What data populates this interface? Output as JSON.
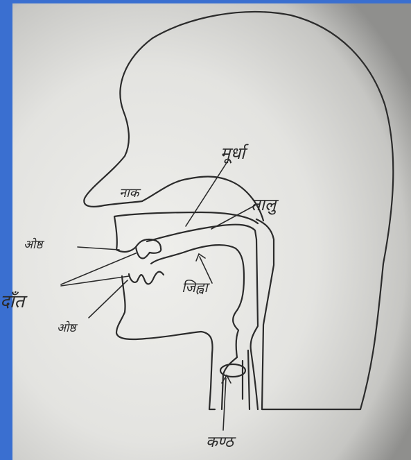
{
  "labels": {
    "murdha": "मूर्धा",
    "naak": "नाक",
    "talu": "तालु",
    "oshth_upper": "ओष्ठ",
    "jihva": "जिह्वा",
    "daant": "दाँत",
    "oshth_lower": "ओष्ठ",
    "kanth": "कण्ठ"
  },
  "colors": {
    "frame": "#3a6fd0",
    "ink": "#2a2a2a"
  }
}
